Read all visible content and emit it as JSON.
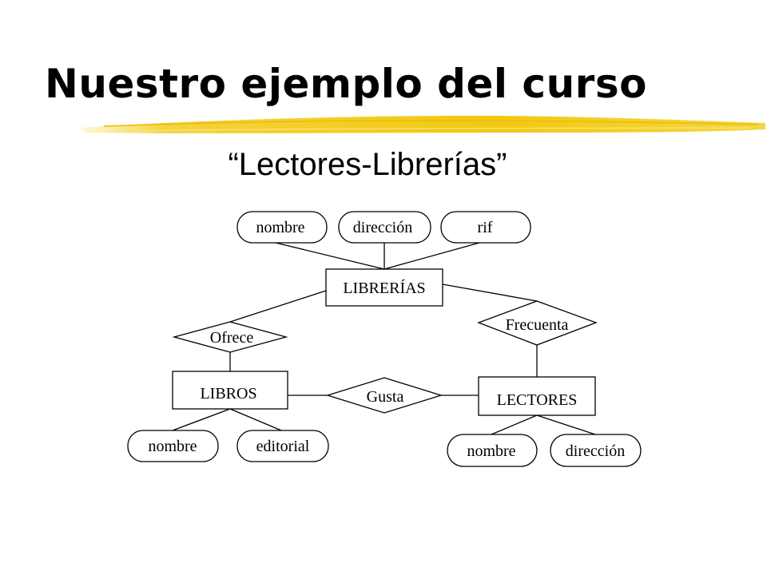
{
  "slide": {
    "title": "Nuestro ejemplo del curso",
    "subtitle": "“Lectores-Librerías”",
    "underline_color": "#f2cc1b"
  },
  "diagram": {
    "entities": {
      "librerias": "LIBRERÍAS",
      "libros": "LIBROS",
      "lectores": "LECTORES"
    },
    "relationships": {
      "ofrece": "Ofrece",
      "frecuenta": "Frecuenta",
      "gusta": "Gusta"
    },
    "attributes": {
      "librerias_nombre": "nombre",
      "librerias_direccion": "dirección",
      "librerias_rif": "rif",
      "libros_nombre": "nombre",
      "libros_editorial": "editorial",
      "lectores_nombre": "nombre",
      "lectores_direccion": "dirección"
    }
  }
}
